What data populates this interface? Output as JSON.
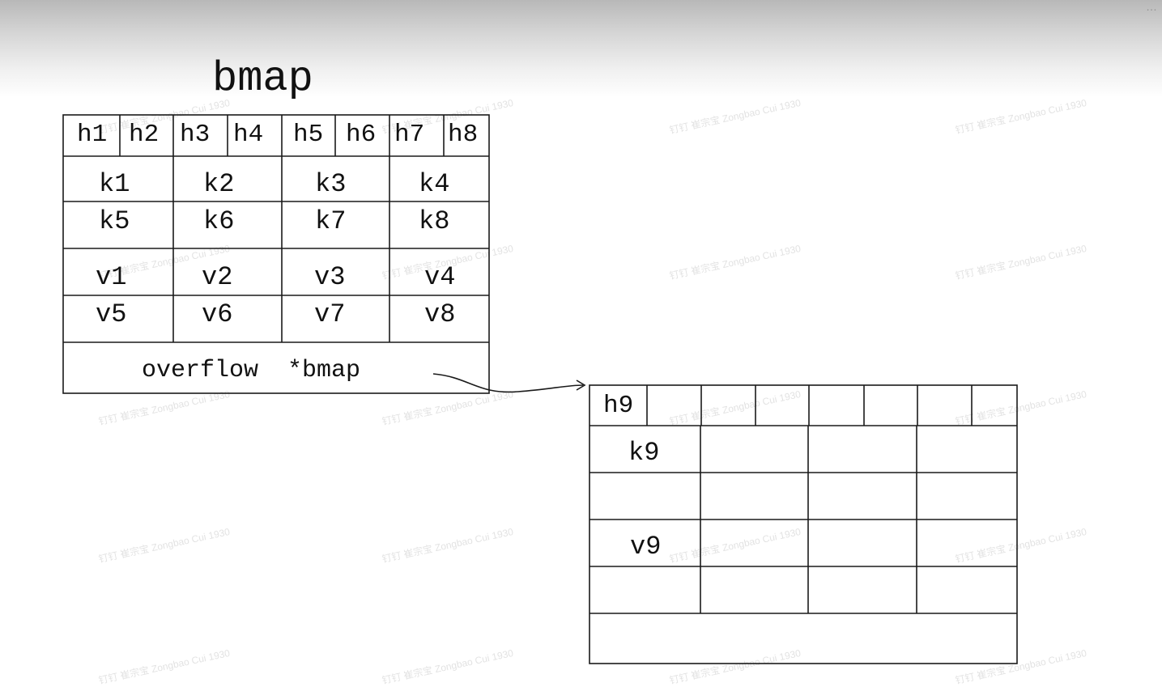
{
  "title": "bmap",
  "bucket": {
    "tophash": [
      "h1",
      "h2",
      "h3",
      "h4",
      "h5",
      "h6",
      "h7",
      "h8"
    ],
    "keys": [
      [
        "k1",
        "k2",
        "k3",
        "k4"
      ],
      [
        "k5",
        "k6",
        "k7",
        "k8"
      ]
    ],
    "values": [
      [
        "v1",
        "v2",
        "v3",
        "v4"
      ],
      [
        "v5",
        "v6",
        "v7",
        "v8"
      ]
    ],
    "overflow_label": "overflow  *bmap"
  },
  "overflow_bucket": {
    "tophash": [
      "h9"
    ],
    "keys": [
      "k9"
    ],
    "values": [
      "v9"
    ]
  },
  "watermark": "钉钉 崔宗宝 Zongbao Cui 1930"
}
